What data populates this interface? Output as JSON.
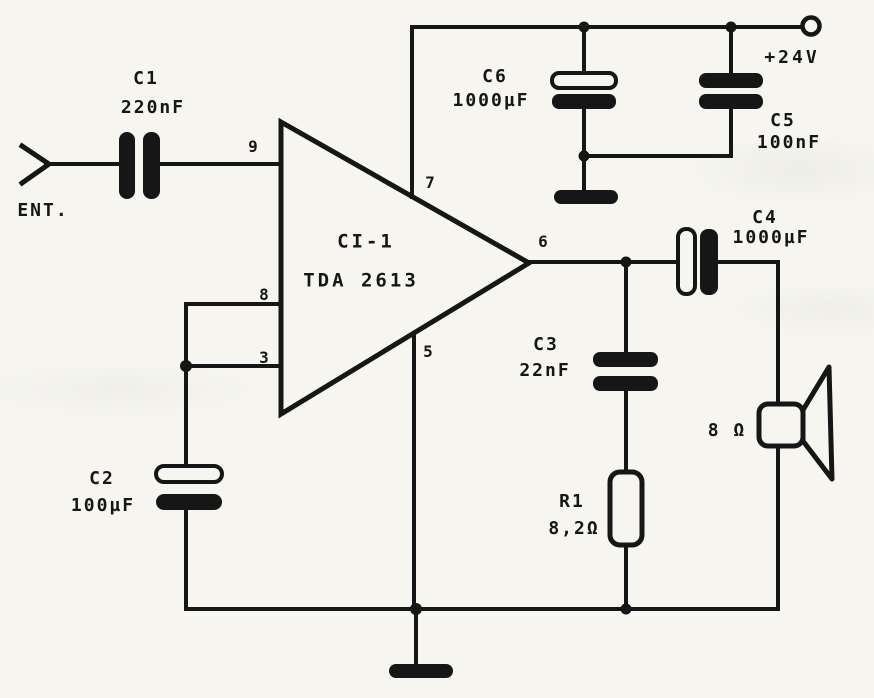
{
  "schematic": {
    "description": "Audio amplifier circuit schematic with TDA2613",
    "input": {
      "label": "ENT."
    },
    "supply": {
      "label": "+24V"
    },
    "ic": {
      "ref": "CI-1",
      "part": "TDA 2613",
      "pins": {
        "input": "9",
        "supply": "7",
        "feedback": "8",
        "half_supply": "3",
        "ground": "5",
        "output": "6"
      }
    },
    "c1": {
      "ref": "C1",
      "value": "220nF"
    },
    "c2": {
      "ref": "C2",
      "value": "100µF"
    },
    "c3": {
      "ref": "C3",
      "value": "22nF"
    },
    "c4": {
      "ref": "C4",
      "value": "1000µF"
    },
    "c5": {
      "ref": "C5",
      "value": "100nF"
    },
    "c6": {
      "ref": "C6",
      "value": "1000µF"
    },
    "r1": {
      "ref": "R1",
      "value": "8,2Ω"
    },
    "speaker": {
      "impedance": "8 Ω"
    }
  },
  "colors": {
    "ink": "#161616",
    "paper": "#f6f5f0"
  }
}
